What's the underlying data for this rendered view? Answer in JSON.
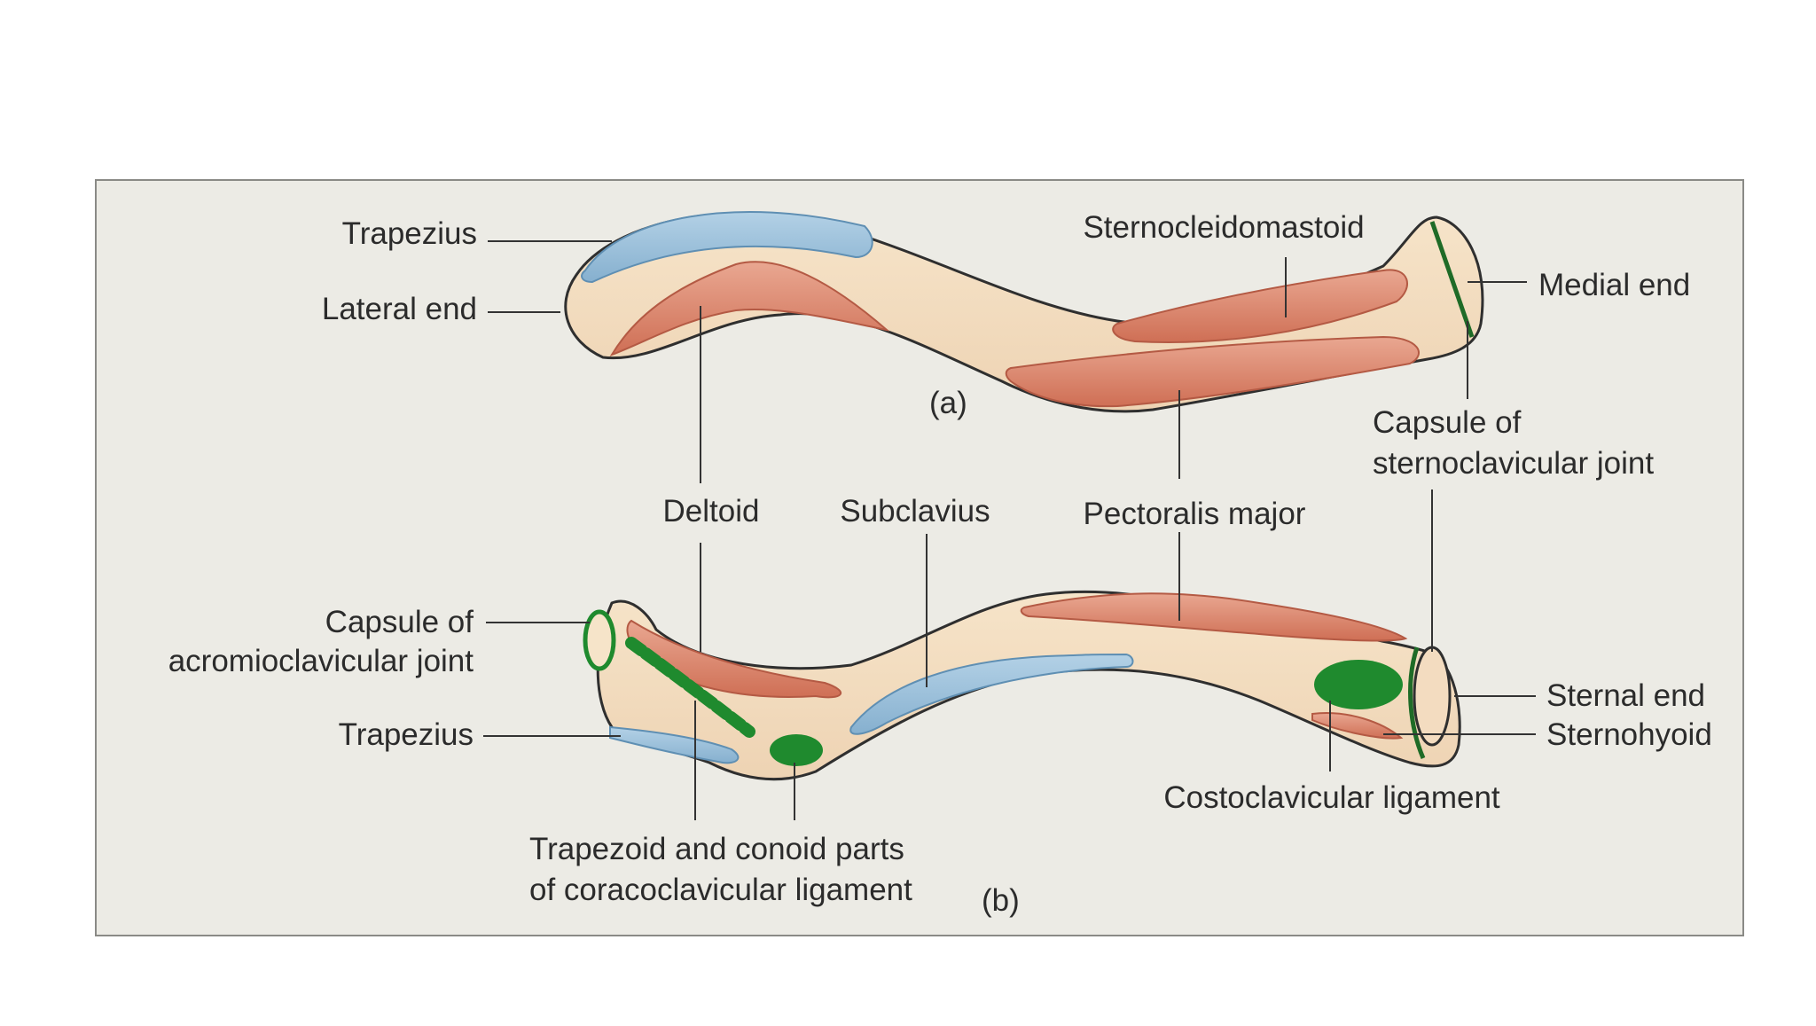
{
  "figure": {
    "labels": {
      "trapezius_top": "Trapezius",
      "lateral_end": "Lateral end",
      "sternocleidomastoid": "Sternocleidomastoid",
      "medial_end": "Medial end",
      "panel_a": "(a)",
      "capsule_sc_line1": "Capsule of",
      "capsule_sc_line2": "sternoclavicular joint",
      "deltoid": "Deltoid",
      "subclavius": "Subclavius",
      "pectoralis_major": "Pectoralis major",
      "capsule_ac_line1": "Capsule of",
      "capsule_ac_line2": "acromioclavicular joint",
      "trapezius_bottom": "Trapezius",
      "sternal_end": "Sternal end",
      "sternohyoid": "Sternohyoid",
      "costoclavicular": "Costoclavicular ligament",
      "coracoclavicular_line1": "Trapezoid and conoid parts",
      "coracoclavicular_line2": "of coracoclavicular ligament",
      "panel_b": "(b)"
    },
    "colors": {
      "bone_fill": "#f3dcc0",
      "muscle_red": "#d9826a",
      "muscle_blue": "#9cc0d9",
      "ligament_green": "#1f8a2e",
      "panel_bg": "#ecebe5",
      "line": "#333333"
    }
  }
}
